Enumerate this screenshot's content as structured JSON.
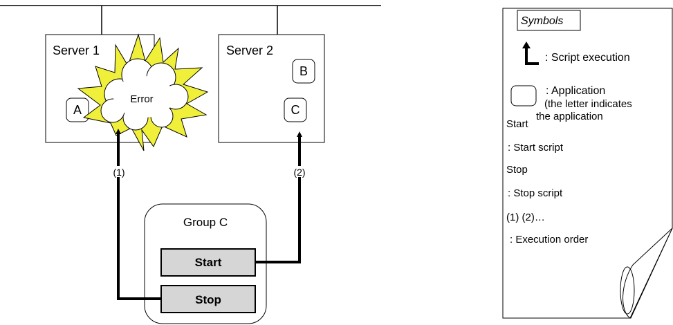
{
  "diagram": {
    "server1": {
      "label": "Server 1",
      "app": "A"
    },
    "server2": {
      "label": "Server 2",
      "apps": [
        "B",
        "C"
      ]
    },
    "error_label": "Error",
    "group": {
      "label": "Group C",
      "start_label": "Start",
      "stop_label": "Stop"
    },
    "order_labels": [
      "(1)",
      "(2)"
    ]
  },
  "legend": {
    "title": "Symbols",
    "script_execution": ": Script execution",
    "application_line1": ": Application",
    "application_line2": "(the letter indicates",
    "application_line3": "the application",
    "start_term": "Start",
    "start_desc": ": Start script",
    "stop_term": "Stop",
    "stop_desc": ": Stop script",
    "order_term": "(1) (2)…",
    "order_desc": ": Execution order"
  }
}
